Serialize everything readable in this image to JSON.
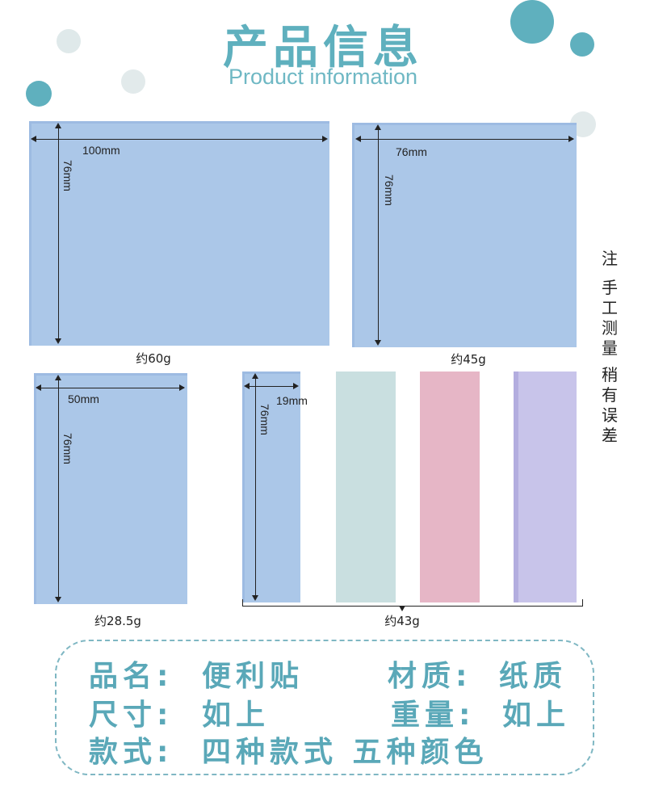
{
  "header": {
    "title": "产品信息",
    "subtitle": "Product information"
  },
  "colors": {
    "accent": "#5fb0be",
    "pad_blue": "#abc7e8",
    "pad_mint": "#c9dfe0",
    "pad_pink": "#e6b6c6",
    "pad_lavender": "#c8c4ea"
  },
  "products": {
    "large": {
      "width_label": "100mm",
      "height_label": "76mm",
      "weight": "约60g"
    },
    "square": {
      "width_label": "76mm",
      "height_label": "76mm",
      "weight": "约45g"
    },
    "medium": {
      "width_label": "50mm",
      "height_label": "76mm",
      "weight": "约28.5g"
    },
    "strips": {
      "width_label": "19mm",
      "height_label": "76mm",
      "weight": "约43g"
    }
  },
  "note": {
    "lines": [
      "注",
      "手工测量",
      "稍有误差"
    ]
  },
  "info": {
    "name_label": "品名:",
    "name_value": "便利贴",
    "material_label": "材质:",
    "material_value": "纸质",
    "size_label": "尺寸:",
    "size_value": "如上",
    "weight_label": "重量:",
    "weight_value": "如上",
    "style_label": "款式:",
    "style_value": "四种款式 五种颜色"
  }
}
